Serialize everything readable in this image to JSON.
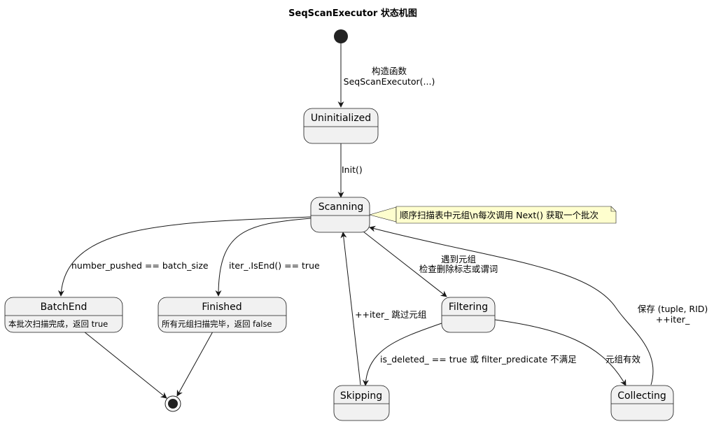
{
  "title": "SeqScanExecutor 状态机图",
  "states": {
    "uninitialized": {
      "name": "Uninitialized"
    },
    "scanning": {
      "name": "Scanning"
    },
    "batchend": {
      "name": "BatchEnd",
      "description": "本批次扫描完成，返回 true"
    },
    "finished": {
      "name": "Finished",
      "description": "所有元组扫描完毕，返回 false"
    },
    "filtering": {
      "name": "Filtering"
    },
    "skipping": {
      "name": "Skipping"
    },
    "collecting": {
      "name": "Collecting"
    }
  },
  "note": "顺序扫描表中元组\\n每次调用 Next() 获取一个批次",
  "transitions": {
    "start_to_uninit": [
      "构造函数",
      "SeqScanExecutor(...)"
    ],
    "uninit_to_scanning": "Init()",
    "scanning_to_batchend": "number_pushed == batch_size",
    "scanning_to_finished": "iter_.IsEnd() == true",
    "scanning_to_filtering": [
      "遇到元组",
      "检查删除标志或谓词"
    ],
    "skipping_to_scanning": "++iter_ 跳过元组",
    "collecting_to_scanning": [
      "保存 (tuple, RID)",
      "++iter_"
    ],
    "filtering_to_skipping": "is_deleted_ == true 或 filter_predicate 不满足",
    "filtering_to_collecting": "元组有效"
  }
}
